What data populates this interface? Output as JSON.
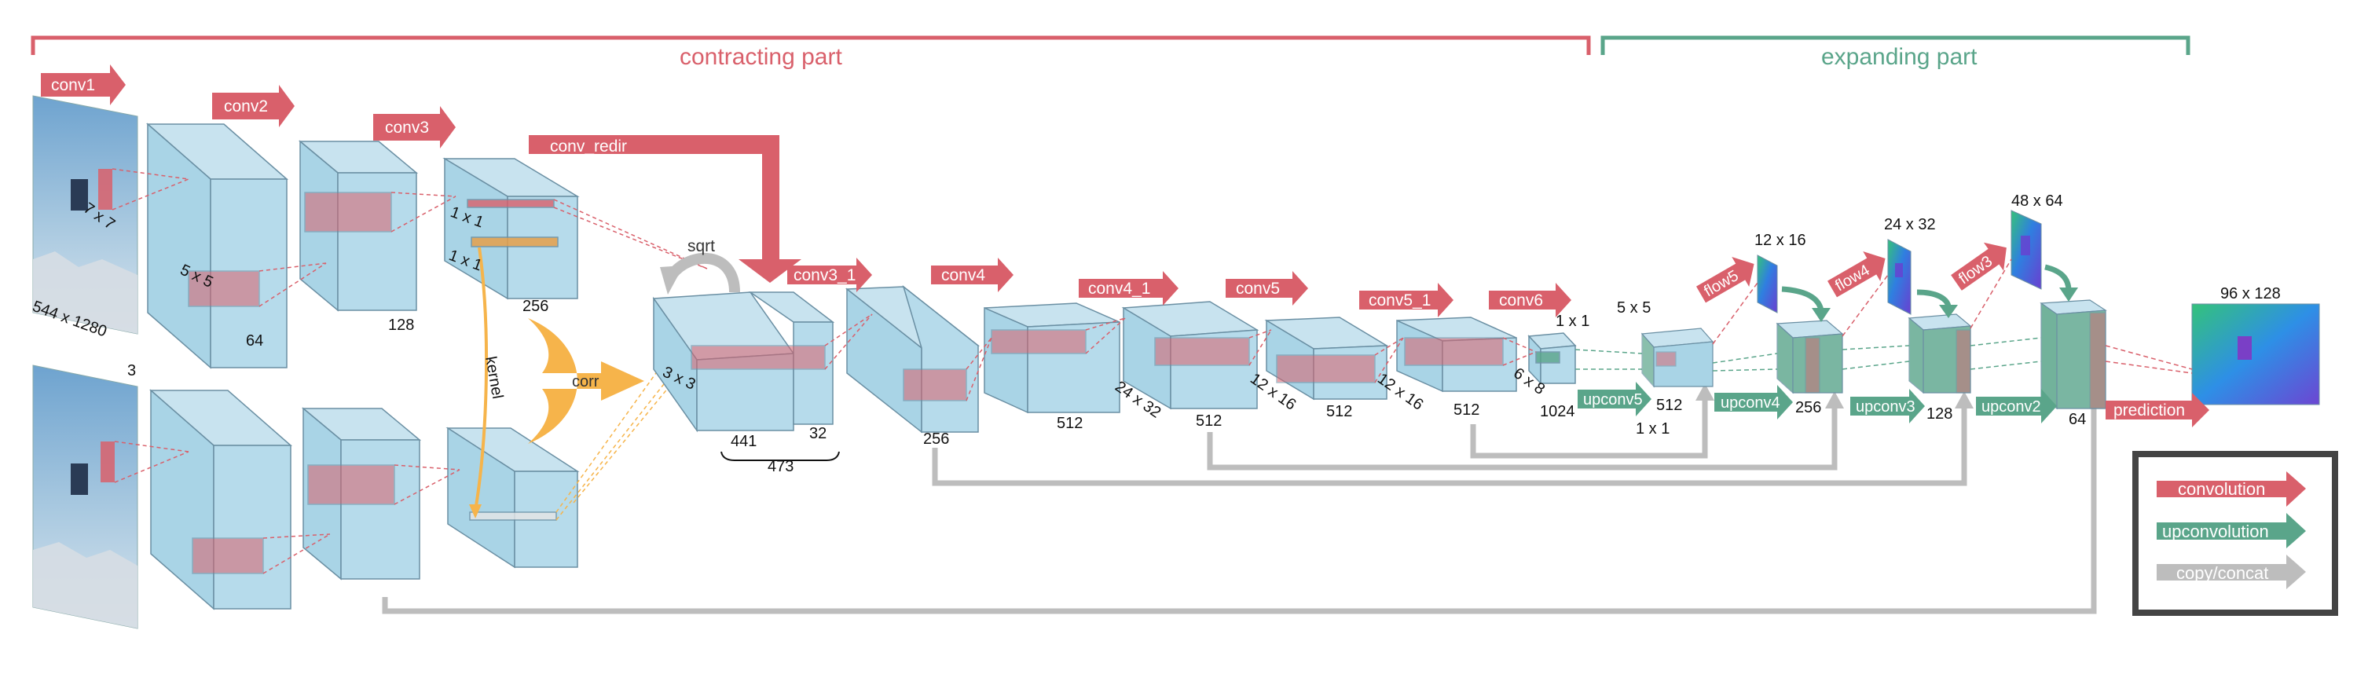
{
  "sections": {
    "contracting": "contracting part",
    "expanding": "expanding part"
  },
  "layers": {
    "conv1": "conv1",
    "conv2": "conv2",
    "conv3": "conv3",
    "conv_redir": "conv_redir",
    "conv3_1": "conv3_1",
    "conv4": "conv4",
    "conv4_1": "conv4_1",
    "conv5": "conv5",
    "conv5_1": "conv5_1",
    "conv6": "conv6",
    "corr": "corr",
    "flow5": "flow5",
    "flow4": "flow4",
    "flow3": "flow3",
    "upconv5": "upconv5",
    "upconv4": "upconv4",
    "upconv3": "upconv3",
    "upconv2": "upconv2",
    "prediction": "prediction"
  },
  "labels": {
    "input_size": "544 x 1280",
    "input_channels": "3",
    "k7": "7 x 7",
    "k5": "5 x 5",
    "c64": "64",
    "c128": "128",
    "c256": "256",
    "one_by_one_a": "1 x 1",
    "one_by_one_b": "1 x 1",
    "kernel": "kernel",
    "sqrt": "sqrt",
    "k3": "3 x 3",
    "c441": "441",
    "c32": "32",
    "c473": "473",
    "c256b": "256",
    "c512a": "512",
    "s24x32": "24 x 32",
    "c512b": "512",
    "s12x16a": "12 x 16",
    "c512c": "512",
    "s12x16b": "12 x 16",
    "c512d": "512",
    "s6x8": "6 x 8",
    "c1024": "1024",
    "one_by_one_c": "1 x 1",
    "k5b": "5 x 5",
    "c512e": "512",
    "one_by_one_d": "1 x 1",
    "c256c": "256",
    "c128b": "128",
    "c64b": "64",
    "f12x16": "12 x 16",
    "f24x32": "24 x 32",
    "f48x64": "48 x 64",
    "out96x128": "96 x 128"
  },
  "legend": {
    "convolution": "convolution",
    "upconvolution": "upconvolution",
    "copy_concat": "copy/concat"
  },
  "colors": {
    "red": "#d9606b",
    "green": "#5aa58a",
    "gray": "#bdbdbd",
    "orange": "#f6b44b",
    "block_face": "#a9d4e6",
    "block_edge": "#6a8fa3"
  }
}
